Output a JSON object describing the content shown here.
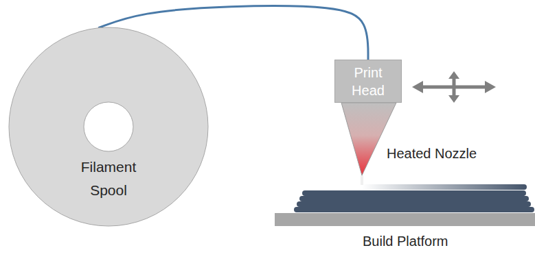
{
  "diagram": {
    "nodes": [
      {
        "text": [
          "Filament Spool"
        ]
      },
      {
        "text": [
          "Print Head"
        ]
      }
    ],
    "edges": [
      {
        "from": 0,
        "to": 1,
        "arrow": "none"
      }
    ],
    "labels": [
      "Heated Nozzle",
      "Build Platform"
    ]
  }
}
